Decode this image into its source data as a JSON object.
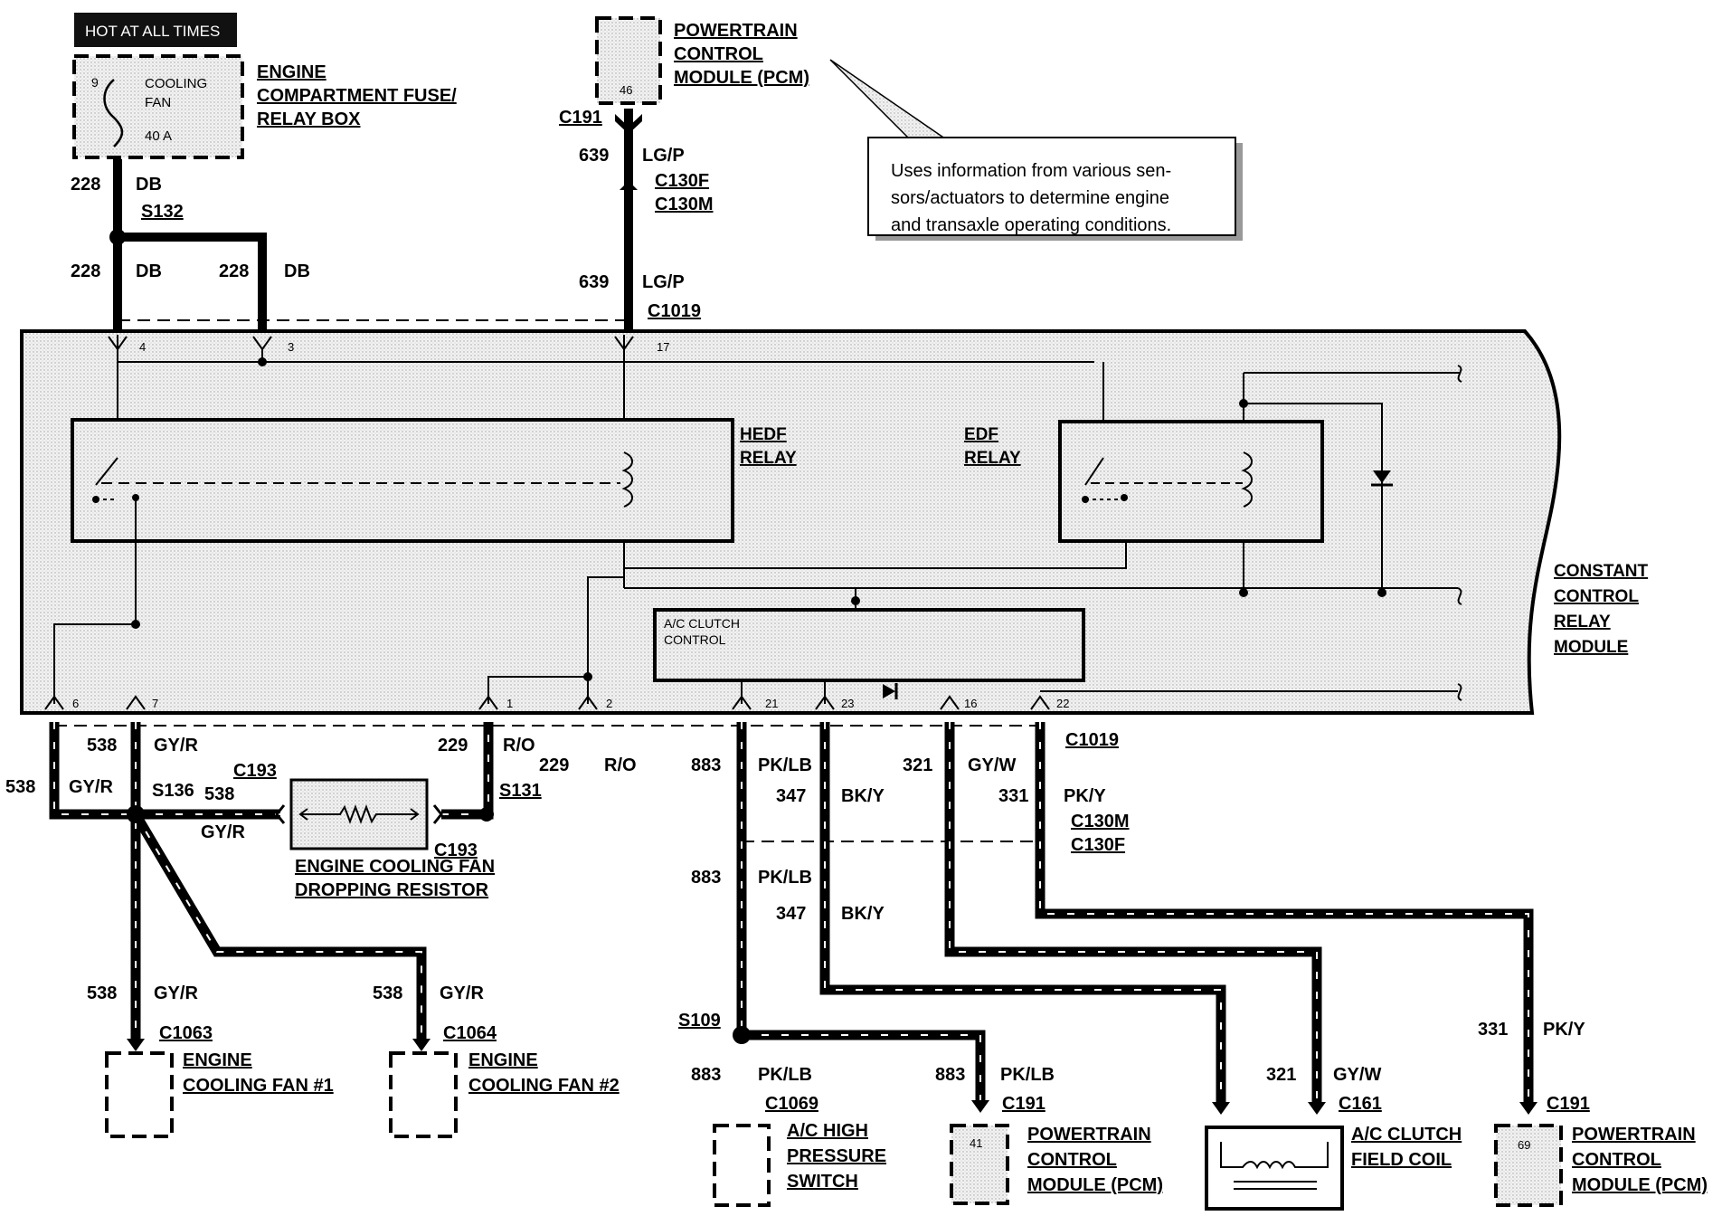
{
  "power_label": "HOT AT ALL TIMES",
  "fuse_box": {
    "pin": "9",
    "name_lines": [
      "COOLING",
      "FAN",
      "40 A"
    ],
    "title_lines": [
      "ENGINE",
      "COMPARTMENT FUSE/",
      "RELAY BOX"
    ]
  },
  "pcm_top": {
    "pin": "46",
    "title_lines": [
      "POWERTRAIN",
      "CONTROL",
      "MODULE (PCM)"
    ],
    "connector": "C191",
    "note_lines": [
      "Uses information from various sen-",
      "sors/actuators to determine engine",
      "and transaxle operating conditions."
    ]
  },
  "wires_top": {
    "c228_upper": "228",
    "c228_upper_color": "DB",
    "splice_s132": "S132",
    "c228_left": "228",
    "c228_left_color": "DB",
    "c228_right": "228",
    "c228_right_color": "DB",
    "c639_upper": "639",
    "c639_upper_color": "LG/P",
    "conn_c130f": "C130F",
    "conn_c130m": "C130M",
    "c639_lower": "639",
    "c639_lower_color": "LG/P",
    "conn_c1019_top": "C1019"
  },
  "module": {
    "title_lines": [
      "CONSTANT",
      "CONTROL",
      "RELAY",
      "MODULE"
    ],
    "hedf_lines": [
      "HEDF",
      "RELAY"
    ],
    "edf_lines": [
      "EDF",
      "RELAY"
    ],
    "ac_lines": [
      "A/C CLUTCH",
      "CONTROL"
    ],
    "top_pins": [
      "4",
      "3",
      "17"
    ],
    "bottom_pins": [
      "6",
      "7",
      "1",
      "2",
      "21",
      "23",
      "16",
      "22"
    ]
  },
  "wires_bottom": {
    "w538_a": "538",
    "w538_a_color": "GY/R",
    "w538_b": "538",
    "w538_b_color": "GY/R",
    "splice_s136": "S136",
    "c193_top": "C193",
    "w538_c": "538",
    "w538_c_color": "GY/R",
    "c193_bottom": "C193",
    "resistor_lines": [
      "ENGINE COOLING FAN",
      "DROPPING RESISTOR"
    ],
    "w229_a": "229",
    "w229_a_color": "R/O",
    "w229_b": "229",
    "w229_b_color": "R/O",
    "splice_s131": "S131",
    "w883_a": "883",
    "w883_a_color": "PK/LB",
    "w347_a": "347",
    "w347_a_color": "BK/Y",
    "w321_a": "321",
    "w321_a_color": "GY/W",
    "w331_a": "331",
    "w331_a_color": "PK/Y",
    "conn_c1019_bottom": "C1019",
    "conn_c130m": "C130M",
    "conn_c130f": "C130F",
    "w883_b": "883",
    "w883_b_color": "PK/LB",
    "w347_b": "347",
    "w347_b_color": "BK/Y",
    "w538_d": "538",
    "w538_d_color": "GY/R",
    "w538_e": "538",
    "w538_e_color": "GY/R",
    "splice_s109": "S109",
    "w883_c": "883",
    "w883_c_color": "PK/LB",
    "w883_d": "883",
    "w883_d_color": "PK/LB",
    "w321_b": "321",
    "w321_b_color": "GY/W",
    "w331_b": "331",
    "w331_b_color": "PK/Y"
  },
  "components": {
    "fan1": {
      "connector": "C1063",
      "title_lines": [
        "ENGINE",
        "COOLING FAN #1"
      ]
    },
    "fan2": {
      "connector": "C1064",
      "title_lines": [
        "ENGINE",
        "COOLING FAN #2"
      ]
    },
    "ac_switch": {
      "connector": "C1069",
      "title_lines": [
        "A/C HIGH",
        "PRESSURE",
        "SWITCH"
      ]
    },
    "pcm41": {
      "connector": "C191",
      "pin": "41",
      "title_lines": [
        "POWERTRAIN",
        "CONTROL",
        "MODULE (PCM)"
      ]
    },
    "ac_coil": {
      "connector": "C161",
      "title_lines": [
        "A/C CLUTCH",
        "FIELD COIL"
      ]
    },
    "pcm69": {
      "connector": "C191",
      "pin": "69",
      "title_lines": [
        "POWERTRAIN",
        "CONTROL",
        "MODULE (PCM)"
      ]
    }
  }
}
